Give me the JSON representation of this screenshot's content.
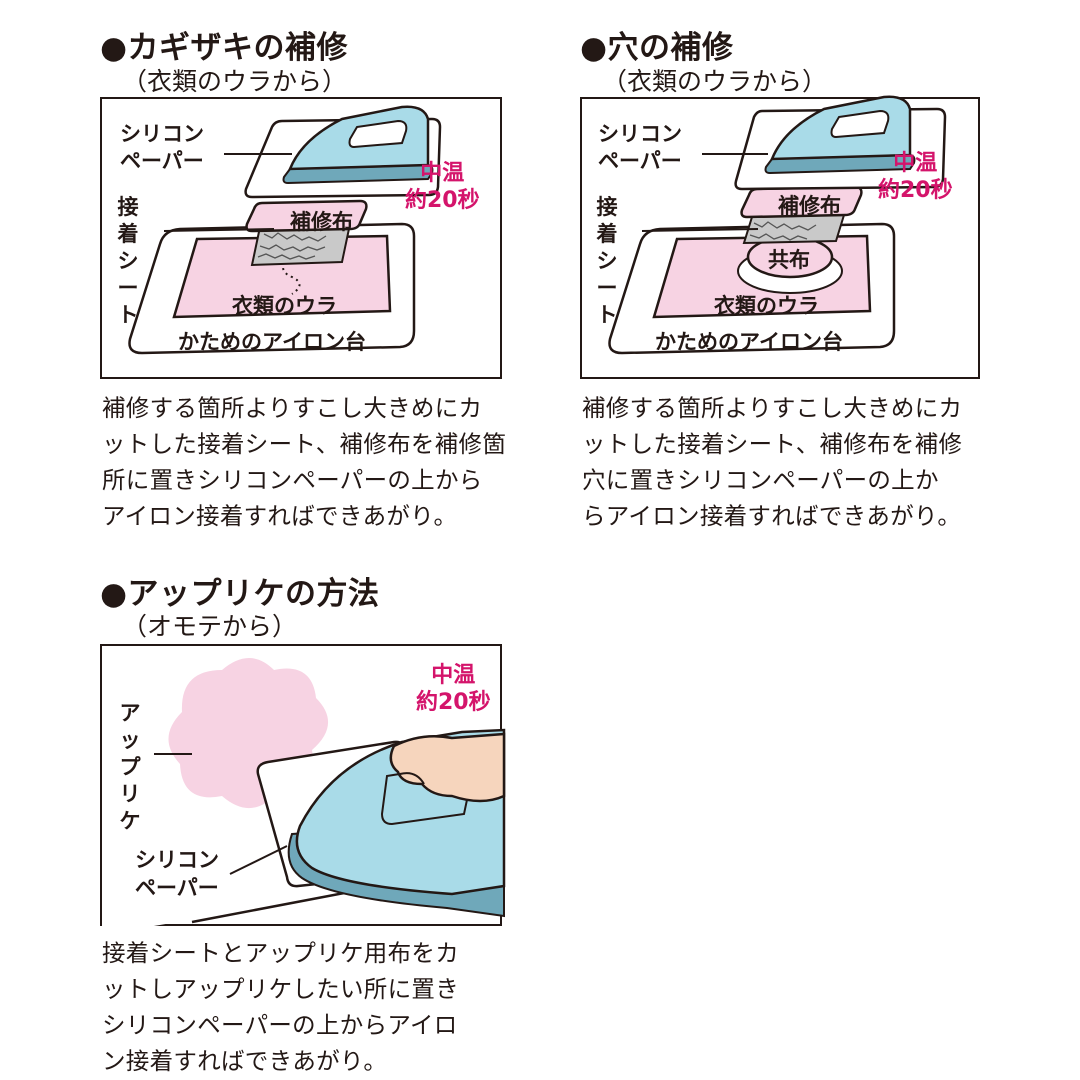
{
  "colors": {
    "ink": "#231815",
    "accent_pink": "#d4146b",
    "fabric_pink": "#f7d3e3",
    "iron_blue": "#a9dbe8",
    "skin": "#f6d5bd"
  },
  "panel1": {
    "title": "●カギザキの補修",
    "subtitle": "（衣類のウラから）",
    "labels": {
      "silicone_1": "シリコン",
      "silicone_2": "ペーパー",
      "temp_1": "中温",
      "temp_2": "約20秒",
      "sheet_chars": [
        "接",
        "着",
        "シ",
        "ー",
        "ト"
      ],
      "patch": "補修布",
      "garment": "衣類のウラ",
      "board": "かためのアイロン台"
    },
    "description": [
      "補修する箇所よりすこし大きめにカ",
      "ットした接着シート、補修布を補修箇",
      "所に置きシリコンペーパーの上から",
      "アイロン接着すればできあがり。"
    ]
  },
  "panel2": {
    "title": "●穴の補修",
    "subtitle": "（衣類のウラから）",
    "labels": {
      "silicone_1": "シリコン",
      "silicone_2": "ペーパー",
      "temp_1": "中温",
      "temp_2": "約20秒",
      "sheet_chars": [
        "接",
        "着",
        "シ",
        "ー",
        "ト"
      ],
      "patch": "補修布",
      "same_fabric": "共布",
      "garment": "衣類のウラ",
      "board": "かためのアイロン台"
    },
    "description": [
      "補修する箇所よりすこし大きめにカ",
      "ットした接着シート、補修布を補修",
      "穴に置きシリコンペーパーの上か",
      "らアイロン接着すればできあがり。"
    ]
  },
  "panel3": {
    "title": "●アップリケの方法",
    "subtitle": "（オモテから）",
    "labels": {
      "temp_1": "中温",
      "temp_2": "約20秒",
      "applique_chars": [
        "ア",
        "ッ",
        "プ",
        "リ",
        "ケ"
      ],
      "silicone_1": "シリコン",
      "silicone_2": "ペーパー"
    },
    "description": [
      "接着シートとアップリケ用布をカ",
      "ットしアップリケしたい所に置き",
      "シリコンペーパーの上からアイロ",
      "ン接着すればできあがり。"
    ]
  }
}
